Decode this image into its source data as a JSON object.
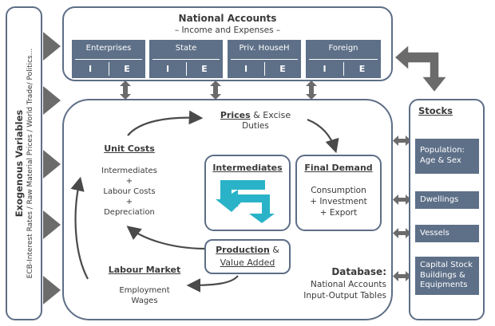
{
  "exogenous": {
    "title": "Exogenous Variables",
    "items": "ECB-Interest Rates / Raw Material Prices / World Trade/ Politics..."
  },
  "national_accounts": {
    "title": "National Accounts",
    "subtitle": "– Income and Expenses –",
    "sectors": [
      {
        "name": "Enterprises",
        "i": "I",
        "e": "E"
      },
      {
        "name": "State",
        "i": "I",
        "e": "E"
      },
      {
        "name": "Priv. HouseH",
        "i": "I",
        "e": "E"
      },
      {
        "name": "Foreign",
        "i": "I",
        "e": "E"
      }
    ]
  },
  "main": {
    "prices": "Prices",
    "prices_rest": " & Excise",
    "prices_line2": "Duties",
    "unit_costs": {
      "title": "Unit Costs",
      "lines": [
        "Intermediates",
        "+",
        "Labour Costs",
        "+",
        "Depreciation"
      ]
    },
    "intermediates": "Intermediates",
    "final_demand": {
      "title": "Final Demand",
      "lines": [
        "Consumption",
        "+ Investment",
        "+ Export"
      ]
    },
    "production": {
      "line1_a": "Production",
      "line1_b": " &",
      "line2": "Value Added"
    },
    "labour_market": {
      "title": "Labour Market",
      "lines": [
        "Employment",
        "Wages"
      ]
    },
    "database": {
      "title": "Database:",
      "lines": [
        "National Accounts",
        "Input-Output Tables"
      ]
    }
  },
  "stocks": {
    "title": "Stocks",
    "items": [
      "Population: Age & Sex",
      "Dwellings",
      "Vessels",
      "Capital Stock Buildings & Equipments"
    ]
  },
  "colors": {
    "slate": "#5e7088",
    "teal": "#2ab3c8",
    "gray_arrow": "#6b6b6b"
  }
}
